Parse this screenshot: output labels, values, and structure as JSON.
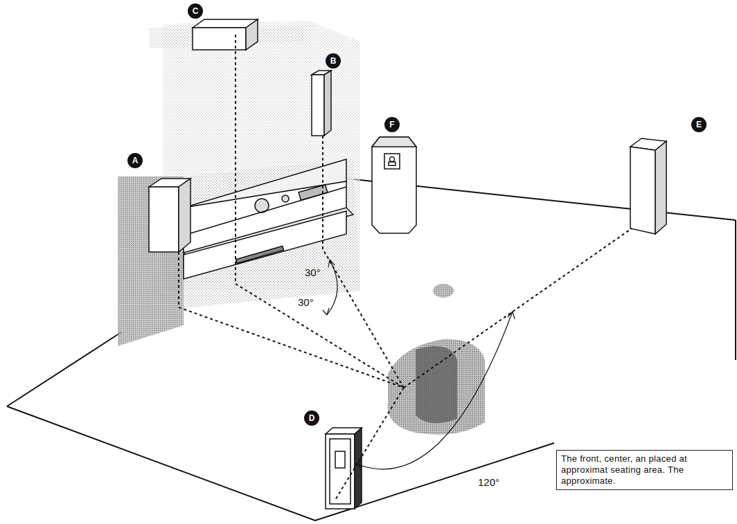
{
  "diagram": {
    "nodes": [
      {
        "text": [
          "The front, center, an placed at approximat seating area. The approximate."
        ]
      }
    ],
    "labels": [
      "C",
      "B",
      "A",
      "F",
      "E",
      "30°",
      "30°",
      "D",
      "120°"
    ]
  }
}
